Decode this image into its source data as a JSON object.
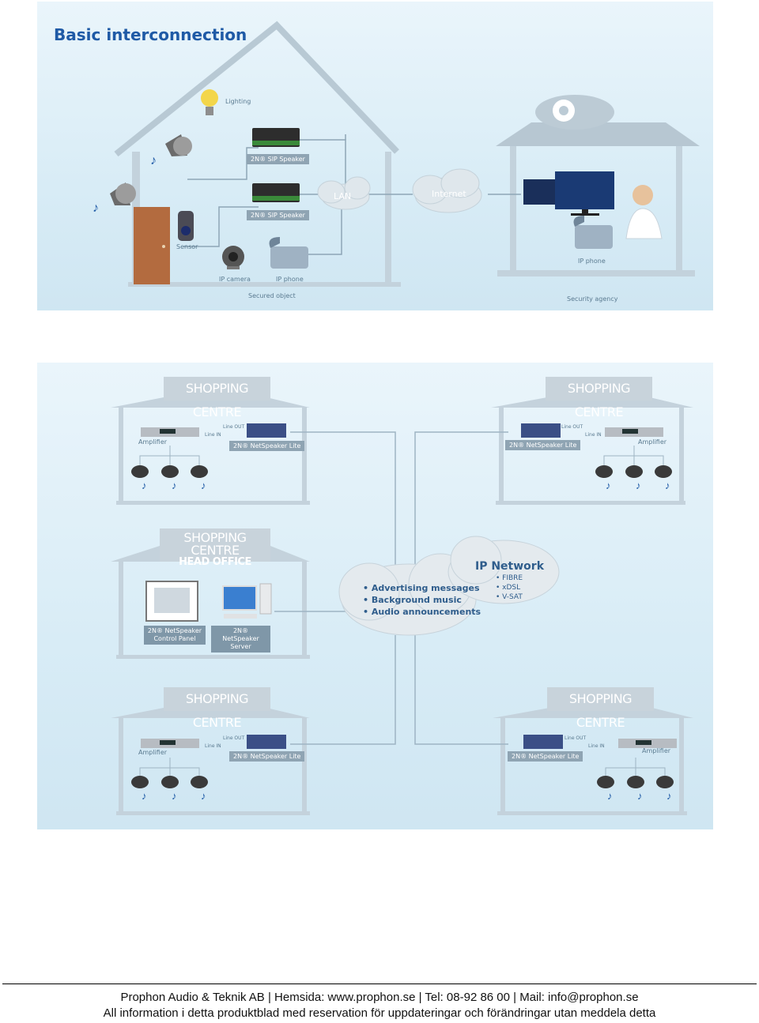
{
  "panel1": {
    "title": "Basic interconnection",
    "labels": {
      "lighting": "Lighting",
      "sip1": "2N® SIP Speaker",
      "sip2": "2N® SIP Speaker",
      "lan": "LAN",
      "internet": "Internet",
      "sensor": "Sensor",
      "ipcamera": "IP camera",
      "ipphone_left": "IP phone",
      "ipphone_right": "IP phone",
      "secured": "Secured object",
      "agency": "Security agency"
    }
  },
  "panel2": {
    "centres": [
      {
        "title": "SHOPPING CENTRE",
        "amp": "Amplifier",
        "lite": "2N® NetSpeaker Lite",
        "lineout": "Line OUT",
        "linein": "Line IN"
      },
      {
        "title": "SHOPPING CENTRE",
        "amp": "Amplifier",
        "lite": "2N® NetSpeaker Lite",
        "lineout": "Line OUT",
        "linein": "Line IN"
      },
      {
        "title": "SHOPPING CENTRE",
        "amp": "Amplifier",
        "lite": "2N® NetSpeaker Lite",
        "lineout": "Line OUT",
        "linein": "Line IN"
      },
      {
        "title": "SHOPPING CENTRE",
        "amp": "Amplifier",
        "lite": "2N® NetSpeaker Lite",
        "lineout": "Line OUT",
        "linein": "Line IN"
      }
    ],
    "head_office": {
      "title": "SHOPPING CENTRE",
      "subtitle": "HEAD OFFICE",
      "control_panel": [
        "2N® NetSpeaker",
        "Control Panel"
      ],
      "server": [
        "2N® NetSpeaker",
        "Server"
      ]
    },
    "cloud": {
      "items": [
        "• Advertising messages",
        "• Background music",
        "• Audio announcements"
      ],
      "ip_title": "IP Network",
      "ip_items": [
        "• FIBRE",
        "• xDSL",
        "• V-SAT"
      ]
    }
  },
  "footer": {
    "line1": "Prophon Audio & Teknik AB | Hemsida: www.prophon.se | Tel: 08-92 86 00 | Mail: info@prophon.se",
    "line2": "All information i detta produktblad med reservation för uppdateringar och förändringar utan meddela detta"
  },
  "colors": {
    "accent": "#1f5aa6",
    "panel_bg": "#dcedf6",
    "line": "#8ea6b6"
  }
}
